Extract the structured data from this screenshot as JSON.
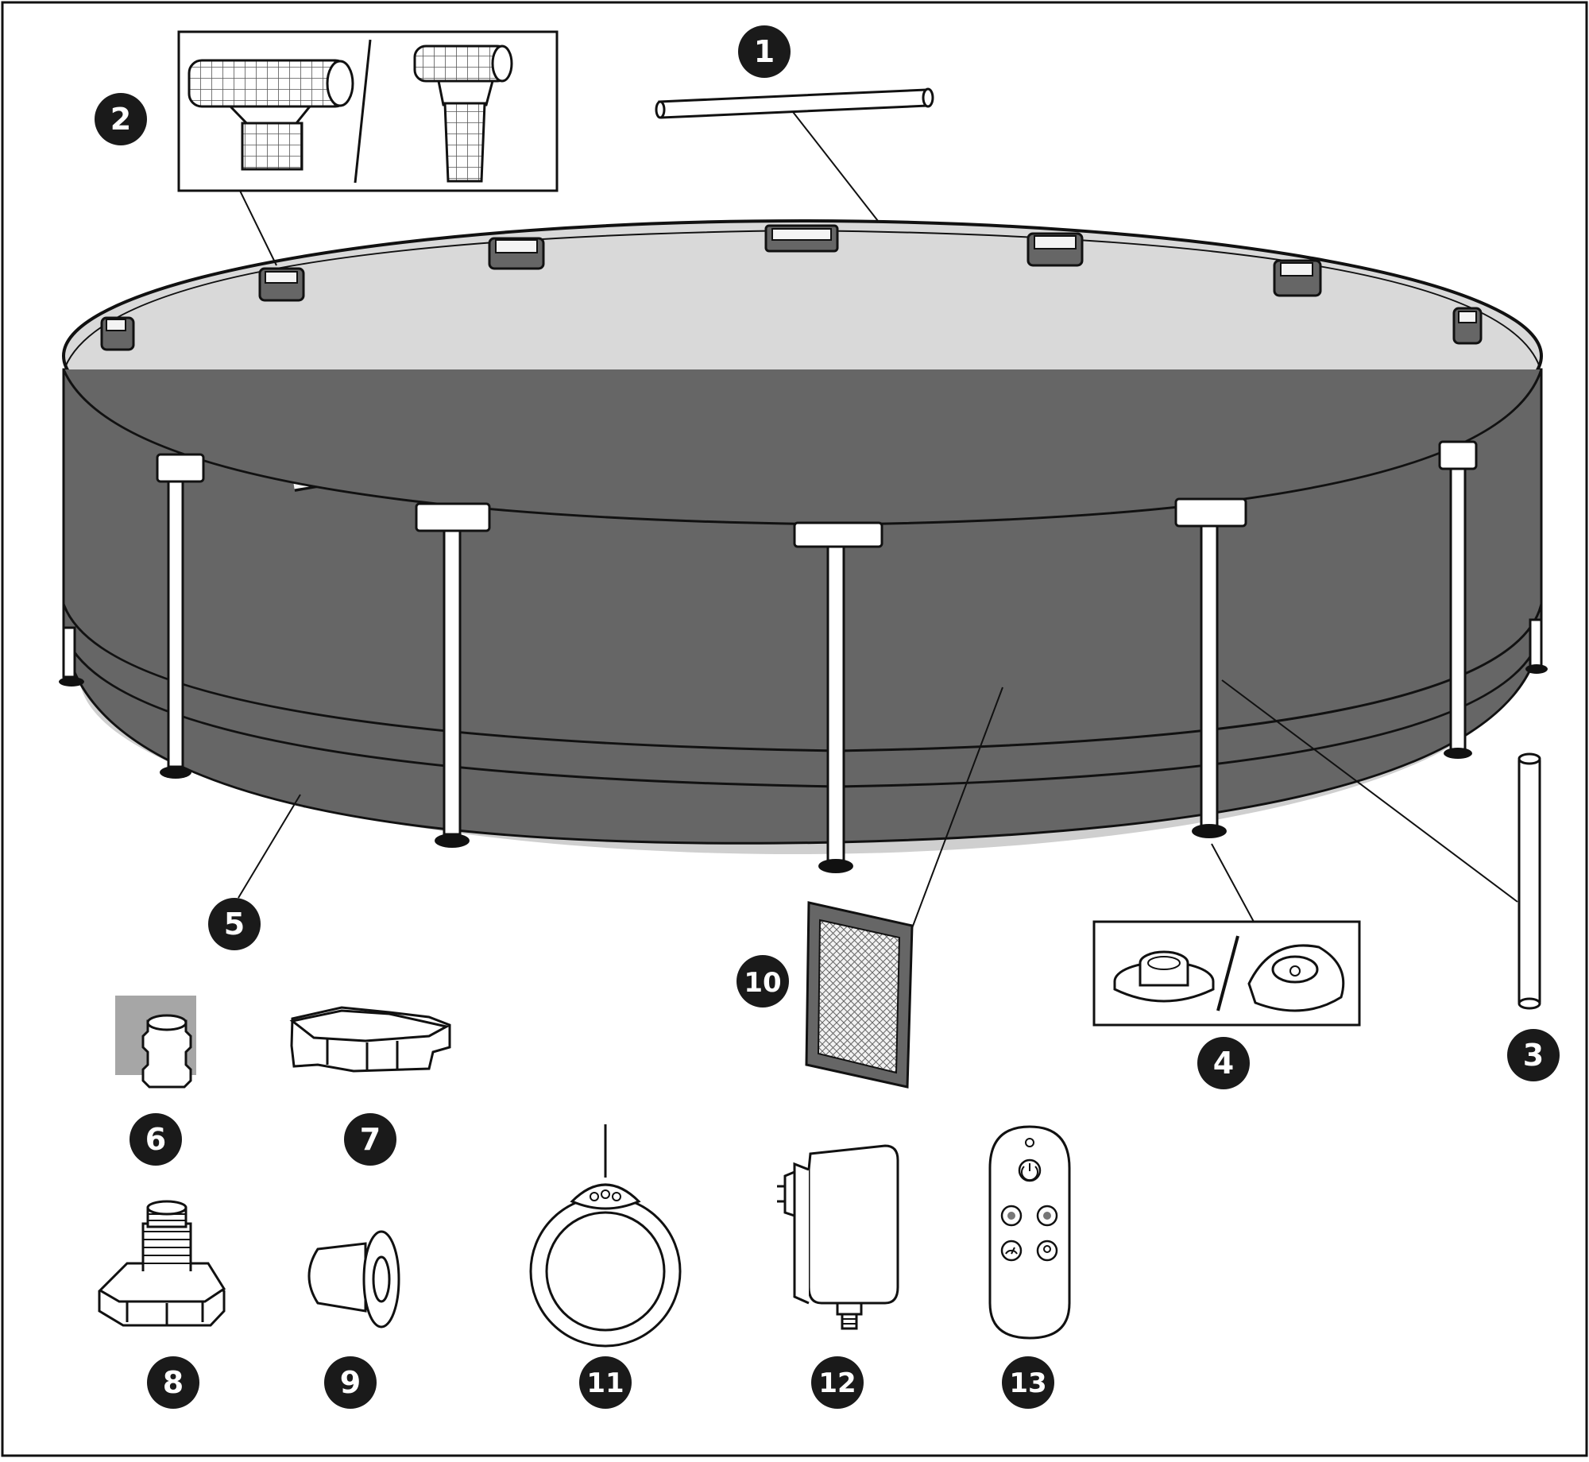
{
  "callouts": {
    "c1": "1",
    "c2": "2",
    "c3": "3",
    "c4": "4",
    "c5": "5",
    "c6": "6",
    "c7": "7",
    "c8": "8",
    "c9": "9",
    "c10": "10",
    "c11": "11",
    "c12": "12",
    "c13": "13"
  },
  "colors": {
    "wall": "#666666",
    "water": "#d9d9d9",
    "ground_shadow": "#cfcfcf",
    "patch": "#a6a6a6",
    "line": "#111111",
    "badge": "#1a1a1a"
  }
}
